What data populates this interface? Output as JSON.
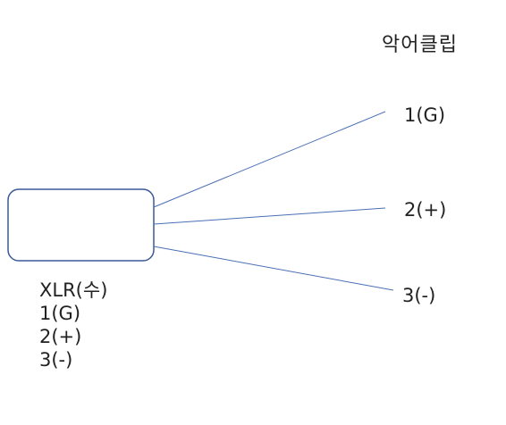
{
  "diagram": {
    "title": "악어클립",
    "clip_pins": [
      "1(G)",
      "2(+)",
      "3(-)"
    ],
    "xlr": {
      "name": "XLR(수)",
      "pins": [
        "1(G)",
        "2(+)",
        "3(-)"
      ]
    },
    "colors": {
      "box_stroke": "#3b5a97",
      "wire": "#4a6fb5",
      "text": "#222222"
    }
  }
}
